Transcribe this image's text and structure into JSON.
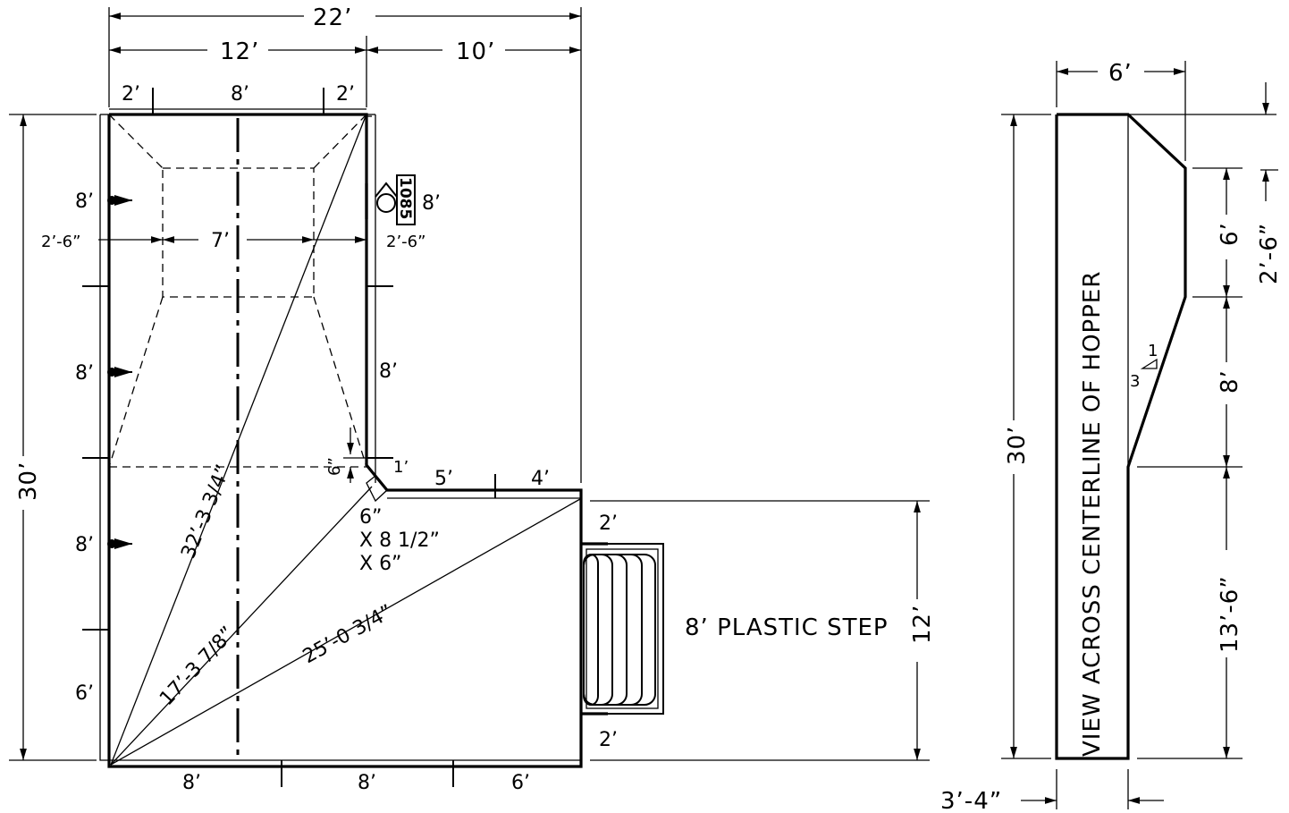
{
  "top_dims": {
    "overall": "22’",
    "left": "12’",
    "right": "10’"
  },
  "top_segments": {
    "a": "2’",
    "b": "8’",
    "c": "2’"
  },
  "left_side": {
    "overall": "30’",
    "s1": "8’",
    "s2": "8’",
    "s3": "8’",
    "s4": "6’"
  },
  "hopper": {
    "left_offset": "2’-6”",
    "width": "7’",
    "right_offset": "2’-6”"
  },
  "right_side": {
    "door_label": "1085",
    "upper": "8’",
    "lower": "8’",
    "notch_small": "1’",
    "notch_6": "6”"
  },
  "notch_note": {
    "line1": "6”",
    "line2": "X 8 1/2”",
    "line3": "X 6”"
  },
  "lower_top": {
    "a": "5’",
    "b": "4’"
  },
  "diagonals": {
    "d1": "32’-3 3/4”",
    "d2": "17’-3 7/8”",
    "d3": "25’-0 3/4”"
  },
  "bottom": {
    "a": "8’",
    "b": "8’",
    "c": "6’"
  },
  "step": {
    "label": "8’ PLASTIC STEP",
    "height": "12’",
    "top_gap": "2’",
    "bottom_gap": "2’"
  },
  "side_view": {
    "top_width": "6’",
    "overall": "30’",
    "seg_top": "6’",
    "seg_mid": "8’",
    "seg_bottom": "13’-6”",
    "offset": "2’-6”",
    "base_width": "3’-4”",
    "caption": "VIEW ACROSS CENTERLINE OF HOPPER",
    "slope_rise": "1",
    "slope_run": "3"
  }
}
